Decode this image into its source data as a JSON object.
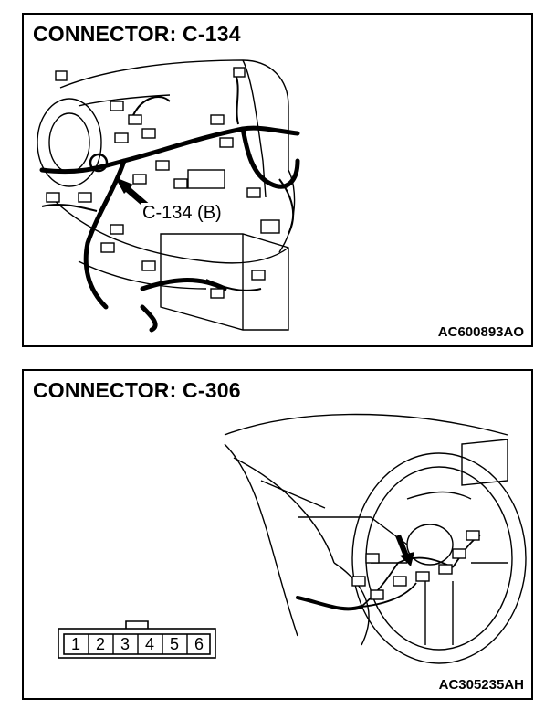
{
  "panels": [
    {
      "title": "CONNECTOR: C-134",
      "callout": "C-134 (B)",
      "code": "AC600893AO"
    },
    {
      "title": "CONNECTOR: C-306",
      "pins": [
        "1",
        "2",
        "3",
        "4",
        "5",
        "6"
      ],
      "code": "AC305235AH"
    }
  ]
}
